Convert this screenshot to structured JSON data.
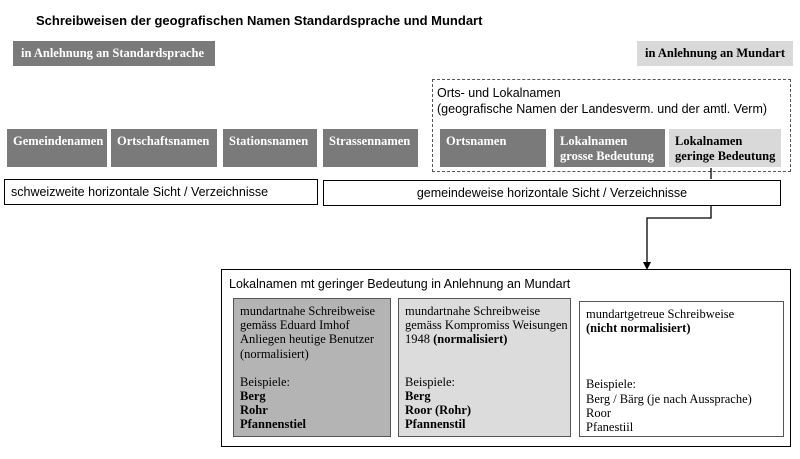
{
  "title": "Schreibweisen der geografischen Namen  Standardsprache und Mundart",
  "headers": {
    "standard": "in Anlehnung an Standardsprache",
    "dialect": "in Anlehnung an Mundart"
  },
  "local_group": {
    "line1": "Orts- und Lokalnamen",
    "line2": "(geografische Namen der Landesverm. und der amtl. Verm)"
  },
  "categories": [
    {
      "label": "Gemeindenamen"
    },
    {
      "label": "Ortschaftsnamen"
    },
    {
      "label": "Stationsnamen"
    },
    {
      "label": "Strassennamen"
    },
    {
      "label": "Ortsnamen"
    },
    {
      "line1": "Lokalnamen",
      "line2": "grosse Bedeutung"
    },
    {
      "line1": "Lokalnamen",
      "line2": "geringe Bedeutung"
    }
  ],
  "views": {
    "nationwide": "schweizweite horizontale Sicht / Verzeichnisse",
    "municipal": "gemeindeweise horizontale Sicht / Verzeichnisse"
  },
  "variants": {
    "heading": "Lokalnamen mt geringer Bedeutung in Anlehnung an Mundart",
    "columns": [
      {
        "l1": "mundartnahe Schreibweise",
        "l2": "gemäss Eduard Imhof",
        "l3": "Anliegen heutige Benutzer",
        "l4": "(normalisiert)",
        "examples_label": "Beispiele:",
        "examples": [
          "Berg",
          "Rohr",
          "Pfannenstiel"
        ]
      },
      {
        "l1": "mundartnahe Schreibweise",
        "l2": "gemäss Kompromiss Weisungen",
        "l3a": "1948 ",
        "l3b": "(normalisiert)",
        "examples_label": "Beispiele:",
        "examples": [
          "Berg",
          "Roor (Rohr)",
          "Pfannenstil"
        ]
      },
      {
        "l1": "mundartgetreue Schreibweise",
        "l2": "(nicht normalisiert)",
        "examples_label": "Beispiele:",
        "examples": [
          "Berg / Bärg (je nach Aussprache)",
          "Roor",
          "Pfanestiil"
        ]
      }
    ]
  }
}
